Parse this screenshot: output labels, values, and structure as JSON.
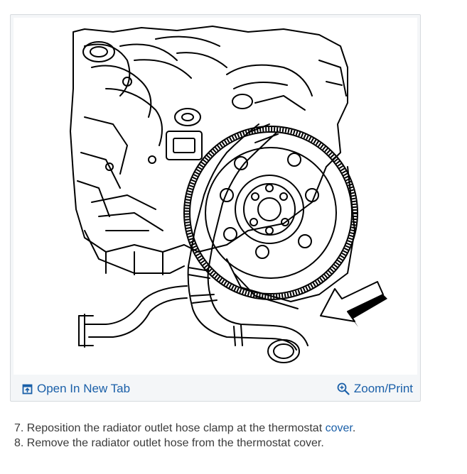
{
  "figure": {
    "open_tab_label": "Open In New Tab",
    "zoom_label": "Zoom/Print",
    "icons": {
      "open_tab": "open-in-new-tab-icon",
      "zoom": "zoom-in-magnifier-icon"
    }
  },
  "steps": [
    {
      "number": "7.",
      "text_before": "Reposition the radiator outlet hose clamp at the thermostat",
      "link_text": "cover",
      "text_after": "."
    },
    {
      "number": "8.",
      "text": "Remove the radiator outlet hose from the thermostat cover."
    }
  ],
  "colors": {
    "link": "#1a5fa8",
    "body_text": "#3b3b3b",
    "card_background": "#f4f6f8",
    "card_border": "#d6dade"
  }
}
